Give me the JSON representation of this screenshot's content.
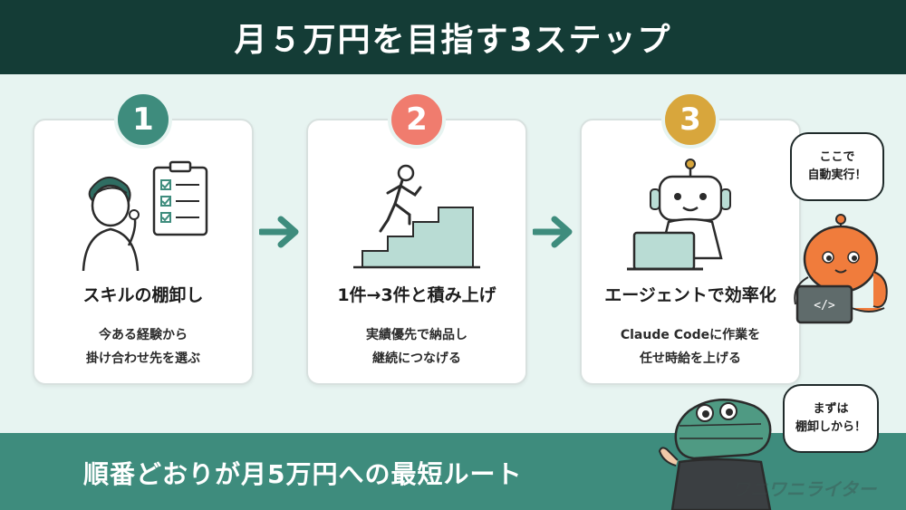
{
  "header": {
    "title": "月５万円を目指す3ステップ"
  },
  "steps": [
    {
      "number": "1",
      "title": "スキルの棚卸し",
      "desc": [
        "今ある経験から",
        "掛け合わせ先を選ぶ"
      ]
    },
    {
      "number": "2",
      "title": "1件→3件と積み上げ",
      "desc": [
        "実績優先で納品し",
        "継続につなげる"
      ]
    },
    {
      "number": "3",
      "title": "エージェントで効率化",
      "desc": [
        "Claude Codeに作業を",
        "任せ時給を上げる"
      ]
    }
  ],
  "bubbles": {
    "top": [
      "ここで",
      "自動実行！"
    ],
    "bottom": [
      "まずは",
      "棚卸しから！"
    ]
  },
  "footer": {
    "text": "順番どおりが月5万円への最短ルート"
  },
  "watermark": "ワニワニライター",
  "colors": {
    "header_bg": "#143c36",
    "accent_teal": "#3e8c7d",
    "accent_coral": "#f07c6e",
    "accent_gold": "#d8a63c",
    "background": "#e7f4f1"
  },
  "icons": [
    "person-thinking-icon",
    "checklist-icon",
    "stairs-runner-icon",
    "robot-laptop-icon",
    "arrow-right-icon",
    "octopus-mascot-icon",
    "crocodile-mascot-icon"
  ]
}
